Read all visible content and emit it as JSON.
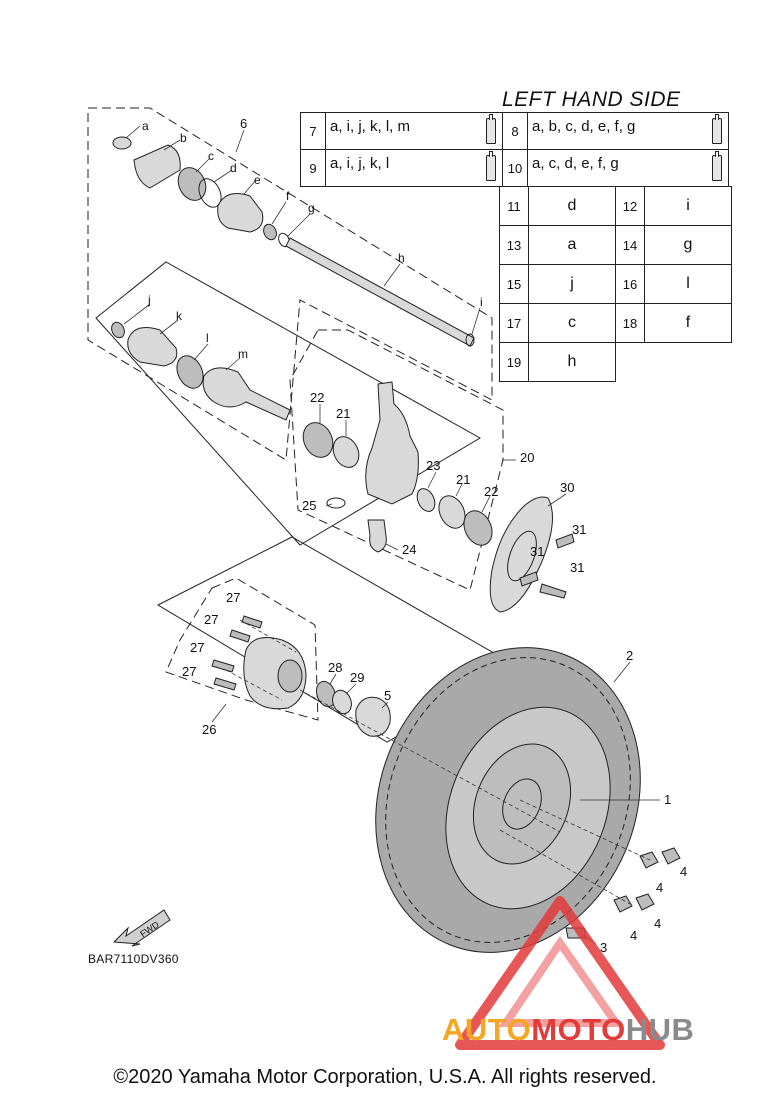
{
  "diagram": {
    "title": "LEFT HAND SIDE",
    "legend_rows": [
      {
        "num": "7",
        "letters": "a, i, j, k, l, m",
        "tube_icon": "grease-tube-icon"
      },
      {
        "num": "8",
        "letters": "a, b, c, d, e, f, g",
        "tube_icon": "grease-tube-icon"
      },
      {
        "num": "9",
        "letters": "a, i, j, k, l",
        "tube_icon": "grease-tube-icon"
      },
      {
        "num": "10",
        "letters": "a, c, d, e, f, g",
        "tube_icon": "grease-tube-icon"
      }
    ],
    "legend_pairs": [
      {
        "n1": "11",
        "v1": "d",
        "n2": "12",
        "v2": "i"
      },
      {
        "n1": "13",
        "v1": "a",
        "n2": "14",
        "v2": "g"
      },
      {
        "n1": "15",
        "v1": "j",
        "n2": "16",
        "v2": "l"
      },
      {
        "n1": "17",
        "v1": "c",
        "n2": "18",
        "v2": "f"
      }
    ],
    "legend_last": {
      "num": "19",
      "letters": "h"
    },
    "callouts": {
      "a": "a",
      "b": "b",
      "c": "c",
      "d": "d",
      "e": "e",
      "f": "f",
      "g": "g",
      "h": "h",
      "i": "i",
      "j": "j",
      "k": "k",
      "l": "l",
      "m": "m",
      "n1": "1",
      "n2": "2",
      "n3": "3",
      "n4a": "4",
      "n4b": "4",
      "n4c": "4",
      "n4d": "4",
      "n5": "5",
      "n6": "6",
      "n20": "20",
      "n21a": "21",
      "n21b": "21",
      "n22a": "22",
      "n22b": "22",
      "n23": "23",
      "n24": "24",
      "n25": "25",
      "n26": "26",
      "n27a": "27",
      "n27b": "27",
      "n27c": "27",
      "n27d": "27",
      "n28": "28",
      "n29": "29",
      "n30": "30",
      "n31a": "31",
      "n31b": "31",
      "n31c": "31"
    },
    "fwd_label": "FWD",
    "code": "BAR7110DV360",
    "copyright": "©2020 Yamaha Motor Corporation, U.S.A. All rights reserved."
  },
  "watermark": {
    "auto": "AUTO",
    "moto": "MOTO",
    "hub": "HUB",
    "colors": {
      "auto": "#f5a623",
      "moto": "#e33a3a",
      "hub": "#8a8a8a"
    }
  }
}
